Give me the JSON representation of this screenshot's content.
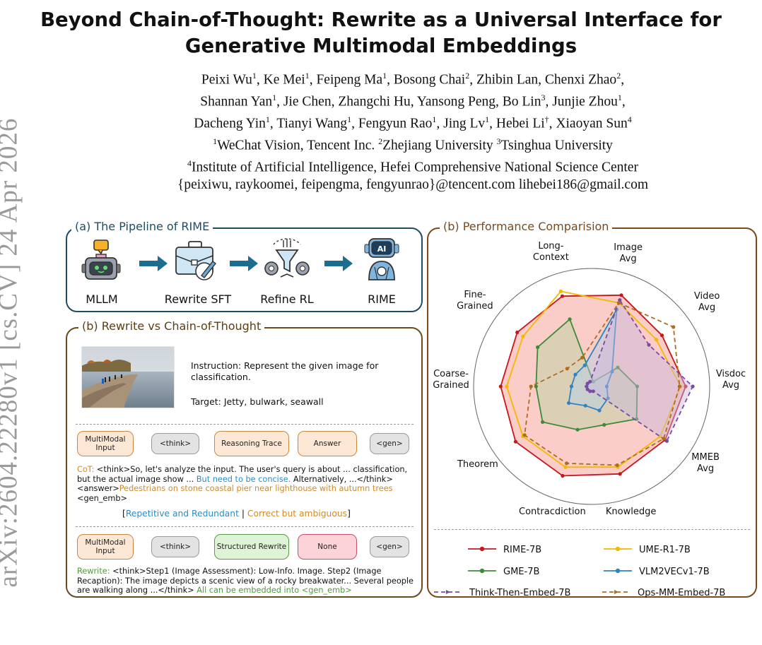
{
  "arxiv_id": "arXiv:2604.22280v1  [cs.CV]  24 Apr 2026",
  "title": {
    "line1": "Beyond Chain-of-Thought: Rewrite as a Universal Interface for",
    "line2": "Generative Multimodal Embeddings"
  },
  "authors": [
    {
      "name": "Peixi Wu",
      "aff": "1"
    },
    {
      "name": "Ke Mei",
      "aff": "1"
    },
    {
      "name": "Feipeng Ma",
      "aff": "1"
    },
    {
      "name": "Bosong Chai",
      "aff": "2"
    },
    {
      "name": "Zhibin Lan",
      "aff": ""
    },
    {
      "name": "Chenxi Zhao",
      "aff": "2"
    },
    {
      "name": "Shannan Yan",
      "aff": "1"
    },
    {
      "name": "Jie Chen",
      "aff": ""
    },
    {
      "name": "Zhangchi Hu",
      "aff": ""
    },
    {
      "name": "Yansong Peng",
      "aff": ""
    },
    {
      "name": "Bo Lin",
      "aff": "3"
    },
    {
      "name": "Junjie Zhou",
      "aff": "1"
    },
    {
      "name": "Dacheng Yin",
      "aff": "1"
    },
    {
      "name": "Tianyi Wang",
      "aff": "1"
    },
    {
      "name": "Fengyun Rao",
      "aff": "1"
    },
    {
      "name": "Jing Lv",
      "aff": "1"
    },
    {
      "name": "Hebei Li",
      "aff": "†"
    },
    {
      "name": "Xiaoyan Sun",
      "aff": "4"
    }
  ],
  "affiliations": {
    "line1": [
      {
        "num": "1",
        "text": "WeChat Vision, Tencent Inc. "
      },
      {
        "num": "2",
        "text": "Zhejiang University "
      },
      {
        "num": "3",
        "text": "Tsinghua University"
      }
    ],
    "line2": [
      {
        "num": "4",
        "text": "Institute of Artificial Intelligence, Hefei Comprehensive National Science Center"
      }
    ],
    "emails": "{peixiwu, raykoomei, feipengma, fengyunrao}@tencent.com lihebei186@gmail.com"
  },
  "panel_a": {
    "title": "(a) The Pipeline of RIME",
    "steps": [
      "MLLM",
      "Rewrite SFT",
      "Refine RL",
      "RIME"
    ],
    "icons": [
      "robot-icon",
      "briefcase-pencil-icon",
      "funnel-gears-icon",
      "ai-robot-icon"
    ],
    "ai_label": "AI"
  },
  "panel_b": {
    "title": "(b) Rewrite vs Chain-of-Thought",
    "instruction": "Instruction: Represent the given image for classification.",
    "target": "Target: Jetty, bulwark, seawall",
    "cot_row": [
      "MultiModal Input",
      "<think>",
      "Reasoning Trace",
      "Answer",
      "<gen>"
    ],
    "cot_label": "CoT:",
    "cot_text_1": " <think>So, let's analyze the input. The user's query is about ... classification, but the actual image show ... ",
    "cot_text_blue": "But need to be concise.",
    "cot_text_2": " Alternatively, ...</think><answer>",
    "cot_text_orange": "Pedestrians on stone coastal pier near lighthouse with autumn trees",
    "cot_text_3": " <gen_emb>",
    "cot_note_open": "[",
    "cot_note_blue": "Repetitive and Redundant",
    "cot_note_sep": " | ",
    "cot_note_orange": "Correct but ambiguous",
    "cot_note_close": "]",
    "rw_row": [
      "MultiModal Input",
      "<think>",
      "Structured Rewrite",
      "None",
      "<gen>"
    ],
    "rw_label": "Rewrite:",
    "rw_text": " <think>Step1 (Image Assessment): Low-Info. Image. Step2 (Image Recaption): The image depicts a scenic view of a rocky breakwater... Several people are walking along ...</think> ",
    "rw_text_green": "All can be embedded into <gen_emb>"
  },
  "panel_c": {
    "title": "(b) Performance Comparision"
  },
  "chart_data": {
    "type": "radar",
    "axes": [
      "Image Avg",
      "Video Avg",
      "Visdoc Avg",
      "MMEB Avg",
      "Knowledge",
      "Contracdiction",
      "Theorem",
      "Coarse-Grained",
      "Fine-Grained",
      "Long-Context"
    ],
    "axis_labels": [
      [
        "Image",
        "Avg"
      ],
      [
        "Video",
        "Avg"
      ],
      [
        "Visdoc",
        "Avg"
      ],
      [
        "MMEB",
        "Avg"
      ],
      [
        "Knowledge"
      ],
      [
        "Contracdiction"
      ],
      [
        "Theorem"
      ],
      [
        "Coarse-",
        "Grained"
      ],
      [
        "Fine-",
        "Grained"
      ],
      [
        "Long-",
        "Context"
      ]
    ],
    "range": [
      0,
      1
    ],
    "series": [
      {
        "name": "RIME-7B",
        "color": "#c8161d",
        "fill": "#f5a49a",
        "dash": false,
        "values": [
          0.95,
          0.86,
          0.93,
          0.9,
          0.91,
          0.93,
          0.93,
          0.9,
          0.91,
          0.94
        ]
      },
      {
        "name": "UME-R1-7B",
        "color": "#f5b800",
        "fill": "",
        "dash": false,
        "values": [
          0.87,
          0.79,
          0.88,
          0.84,
          0.84,
          0.84,
          0.84,
          0.84,
          0.84,
          0.99
        ]
      },
      {
        "name": "GME-7B",
        "color": "#3d8b37",
        "fill": "#b5d3a0",
        "dash": false,
        "values": [
          0.05,
          0.32,
          0.45,
          0.55,
          0.4,
          0.45,
          0.6,
          0.55,
          0.66,
          0.7
        ]
      },
      {
        "name": "VLM2VECv1-7B",
        "color": "#2e83c0",
        "fill": "#b3cfe6",
        "dash": false,
        "values": [
          0.8,
          0.25,
          0.15,
          0.2,
          0.25,
          0.2,
          0.28,
          0.2,
          0.2,
          0.22
        ]
      },
      {
        "name": "Think-Then-Embed-7B",
        "color": "#7a4aa6",
        "fill": "#c8b8dd",
        "dash": true,
        "values": [
          0.9,
          0.7,
          1.0,
          0.92,
          0.05,
          0.05,
          0.05,
          0.05,
          0.05,
          0.05
        ]
      },
      {
        "name": "Ops-MM-Embed-7B",
        "color": "#b06c1c",
        "fill": "",
        "dash": true,
        "values": [
          0.87,
          1.0,
          0.87,
          0.88,
          0.82,
          0.8,
          0.82,
          0.6,
          0.3,
          0.3
        ]
      }
    ],
    "legend_position": "bottom"
  }
}
